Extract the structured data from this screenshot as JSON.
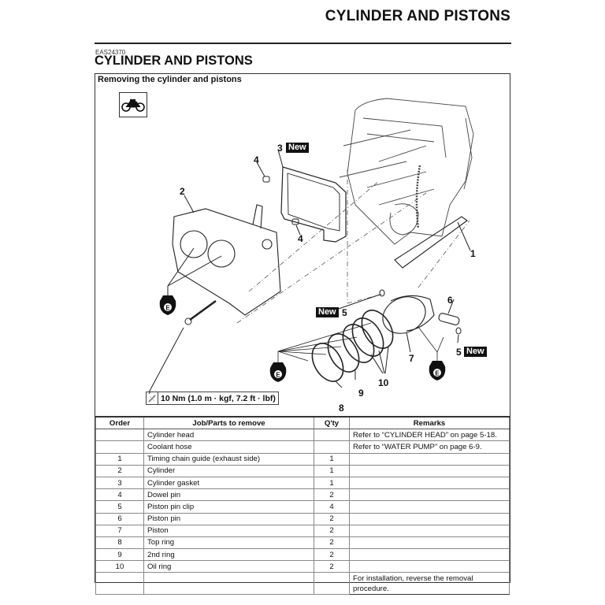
{
  "page": {
    "header": "CYLINDER AND PISTONS",
    "section_code": "EAS24370",
    "section_title": "CYLINDER AND PISTONS",
    "procedure_title": "Removing the cylinder and pistons"
  },
  "diagram": {
    "vehicle_icon": "motorcycle-icon",
    "callouts": [
      {
        "num": "1",
        "label": "Timing chain guide (exhaust side)"
      },
      {
        "num": "2",
        "label": "Cylinder"
      },
      {
        "num": "3",
        "label": "Cylinder gasket",
        "badge": "New"
      },
      {
        "num": "4",
        "label": "Dowel pin"
      },
      {
        "num": "4",
        "label": "Dowel pin"
      },
      {
        "num": "5",
        "label": "Piston pin clip",
        "badge": "New"
      },
      {
        "num": "5",
        "label": "Piston pin clip",
        "badge": "New"
      },
      {
        "num": "6",
        "label": "Piston pin"
      },
      {
        "num": "7",
        "label": "Piston"
      },
      {
        "num": "8",
        "label": "Top ring"
      },
      {
        "num": "9",
        "label": "2nd ring"
      },
      {
        "num": "10",
        "label": "Oil ring"
      }
    ],
    "new_badge": "New",
    "oil_icon_letter": "E",
    "torque_spec": "10 Nm (1.0 m · kgf, 7.2 ft · lbf)"
  },
  "table": {
    "headers": [
      "Order",
      "Job/Parts to remove",
      "Q'ty",
      "Remarks"
    ],
    "rows": [
      {
        "order": "",
        "part": "Cylinder head",
        "qty": "",
        "remarks": "Refer to “CYLINDER HEAD” on page 5-18."
      },
      {
        "order": "",
        "part": "Coolant hose",
        "qty": "",
        "remarks": "Refer to “WATER PUMP” on page 6-9."
      },
      {
        "order": "1",
        "part": "Timing chain guide (exhaust side)",
        "qty": "1",
        "remarks": ""
      },
      {
        "order": "2",
        "part": "Cylinder",
        "qty": "1",
        "remarks": ""
      },
      {
        "order": "3",
        "part": "Cylinder gasket",
        "qty": "1",
        "remarks": ""
      },
      {
        "order": "4",
        "part": "Dowel pin",
        "qty": "2",
        "remarks": ""
      },
      {
        "order": "5",
        "part": "Piston pin clip",
        "qty": "4",
        "remarks": ""
      },
      {
        "order": "6",
        "part": "Piston pin",
        "qty": "2",
        "remarks": ""
      },
      {
        "order": "7",
        "part": "Piston",
        "qty": "2",
        "remarks": ""
      },
      {
        "order": "8",
        "part": "Top ring",
        "qty": "2",
        "remarks": ""
      },
      {
        "order": "9",
        "part": "2nd ring",
        "qty": "2",
        "remarks": ""
      },
      {
        "order": "10",
        "part": "Oil ring",
        "qty": "2",
        "remarks": ""
      },
      {
        "order": "",
        "part": "",
        "qty": "",
        "remarks": "For installation, reverse the removal procedure."
      }
    ]
  }
}
